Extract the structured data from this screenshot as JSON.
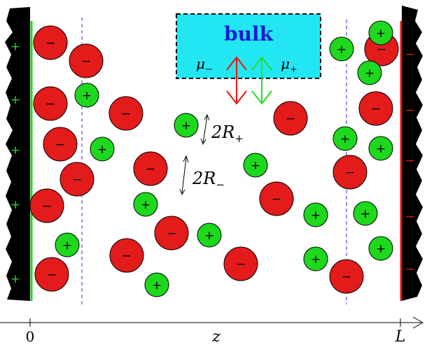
{
  "bulk": {
    "label": "bulk",
    "mu_minus": "μ",
    "mu_minus_sub": "−",
    "mu_plus": "μ",
    "mu_plus_sub": "+"
  },
  "radius_labels": {
    "plus": {
      "text": "2R",
      "sub": "+"
    },
    "minus": {
      "text": "2R",
      "sub": "−"
    }
  },
  "axis": {
    "origin_label": "0",
    "axis_label": "z",
    "end_label": "L"
  },
  "signs": {
    "cation": "+",
    "anion": "−"
  },
  "colors": {
    "anion": "#e31b1b",
    "cation": "#1ed81e",
    "bulk_box": "#22e6f2",
    "bulk_text": "#1a1ad9",
    "left_electrode_line": "#1ed81e",
    "right_electrode_line": "#e31b1b",
    "guide_line": "#2a2aff",
    "wall": "#000000",
    "arrow_minus": "#ee1111",
    "arrow_plus": "#22e022",
    "left_wall_charge": "#1ed81e",
    "right_wall_charge": "#e31b1b"
  }
}
